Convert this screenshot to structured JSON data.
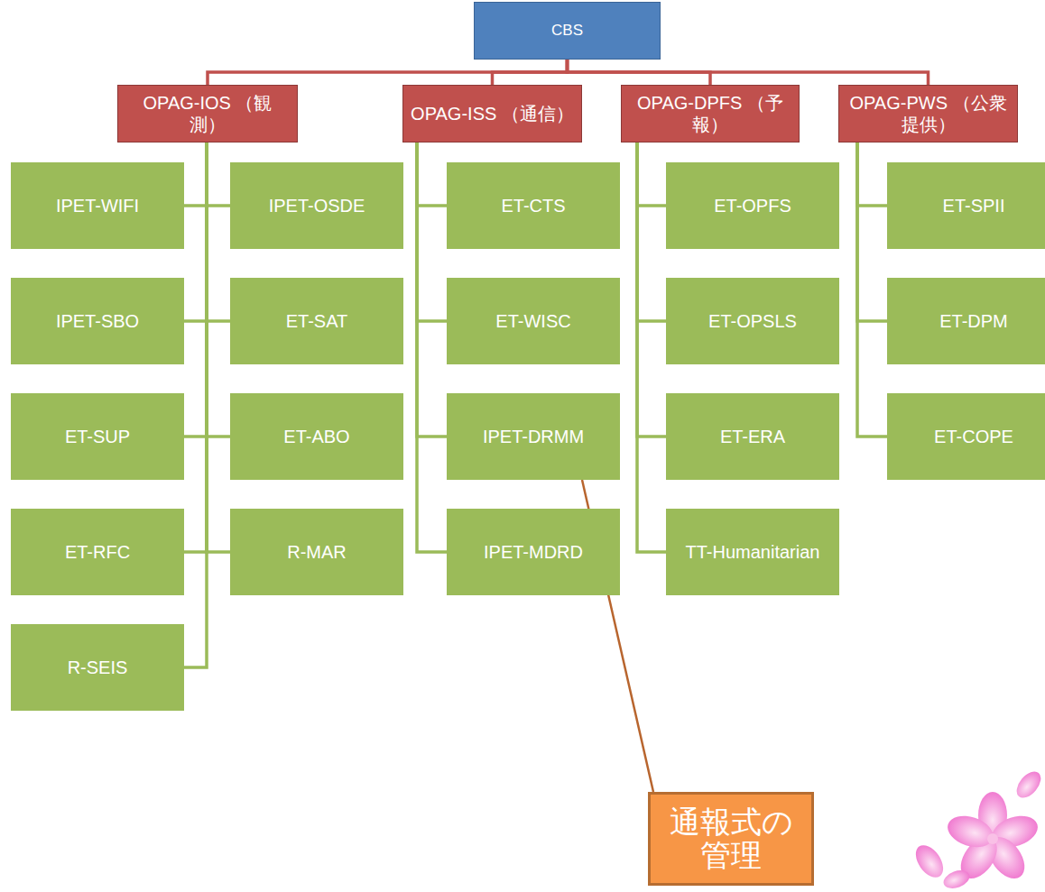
{
  "diagram": {
    "nodes": [
      {
        "text": [
          "CBS"
        ]
      },
      {
        "text": [
          "OPAG-IOS （観測）"
        ]
      },
      {
        "text": [
          "OPAG-ISS （通信）"
        ]
      },
      {
        "text": [
          "OPAG-DPFS （予報）"
        ]
      },
      {
        "text": [
          "OPAG-PWS （公衆提供）"
        ]
      },
      {
        "text": [
          "IPET-WIFI"
        ]
      },
      {
        "text": [
          "IPET-OSDE"
        ]
      },
      {
        "text": [
          "IPET-SBO"
        ]
      },
      {
        "text": [
          "ET-SAT"
        ]
      },
      {
        "text": [
          "ET-SUP"
        ]
      },
      {
        "text": [
          "ET-ABO"
        ]
      },
      {
        "text": [
          "ET-RFC"
        ]
      },
      {
        "text": [
          "R-MAR"
        ]
      },
      {
        "text": [
          "R-SEIS"
        ]
      },
      {
        "text": [
          "ET-CTS"
        ]
      },
      {
        "text": [
          "ET-WISC"
        ]
      },
      {
        "text": [
          "IPET-DRMM"
        ]
      },
      {
        "text": [
          "IPET-MDRD"
        ]
      },
      {
        "text": [
          "ET-OPFS"
        ]
      },
      {
        "text": [
          "ET-OPSLS"
        ]
      },
      {
        "text": [
          "ET-ERA"
        ]
      },
      {
        "text": [
          "TT-Humanitarian"
        ]
      },
      {
        "text": [
          "ET-SPII"
        ]
      },
      {
        "text": [
          "ET-DPM"
        ]
      },
      {
        "text": [
          "ET-COPE"
        ]
      },
      {
        "text": [
          "通報式の管理"
        ]
      }
    ],
    "edges": [
      {
        "from": 0,
        "to": 1,
        "arrow": "none"
      },
      {
        "from": 0,
        "to": 2,
        "arrow": "none"
      },
      {
        "from": 0,
        "to": 3,
        "arrow": "none"
      },
      {
        "from": 0,
        "to": 4,
        "arrow": "none"
      },
      {
        "from": 1,
        "to": 5,
        "arrow": "none"
      },
      {
        "from": 1,
        "to": 6,
        "arrow": "none"
      },
      {
        "from": 1,
        "to": 7,
        "arrow": "none"
      },
      {
        "from": 1,
        "to": 8,
        "arrow": "none"
      },
      {
        "from": 1,
        "to": 9,
        "arrow": "none"
      },
      {
        "from": 1,
        "to": 10,
        "arrow": "none"
      },
      {
        "from": 1,
        "to": 11,
        "arrow": "none"
      },
      {
        "from": 1,
        "to": 12,
        "arrow": "none"
      },
      {
        "from": 1,
        "to": 13,
        "arrow": "none"
      },
      {
        "from": 2,
        "to": 14,
        "arrow": "none"
      },
      {
        "from": 2,
        "to": 15,
        "arrow": "none"
      },
      {
        "from": 2,
        "to": 16,
        "arrow": "none"
      },
      {
        "from": 2,
        "to": 17,
        "arrow": "none"
      },
      {
        "from": 3,
        "to": 18,
        "arrow": "none"
      },
      {
        "from": 3,
        "to": 19,
        "arrow": "none"
      },
      {
        "from": 3,
        "to": 20,
        "arrow": "none"
      },
      {
        "from": 3,
        "to": 21,
        "arrow": "none"
      },
      {
        "from": 4,
        "to": 22,
        "arrow": "none"
      },
      {
        "from": 4,
        "to": 23,
        "arrow": "none"
      },
      {
        "from": 4,
        "to": 24,
        "arrow": "none"
      },
      {
        "from": 25,
        "to": 16,
        "arrow": "none"
      }
    ]
  }
}
